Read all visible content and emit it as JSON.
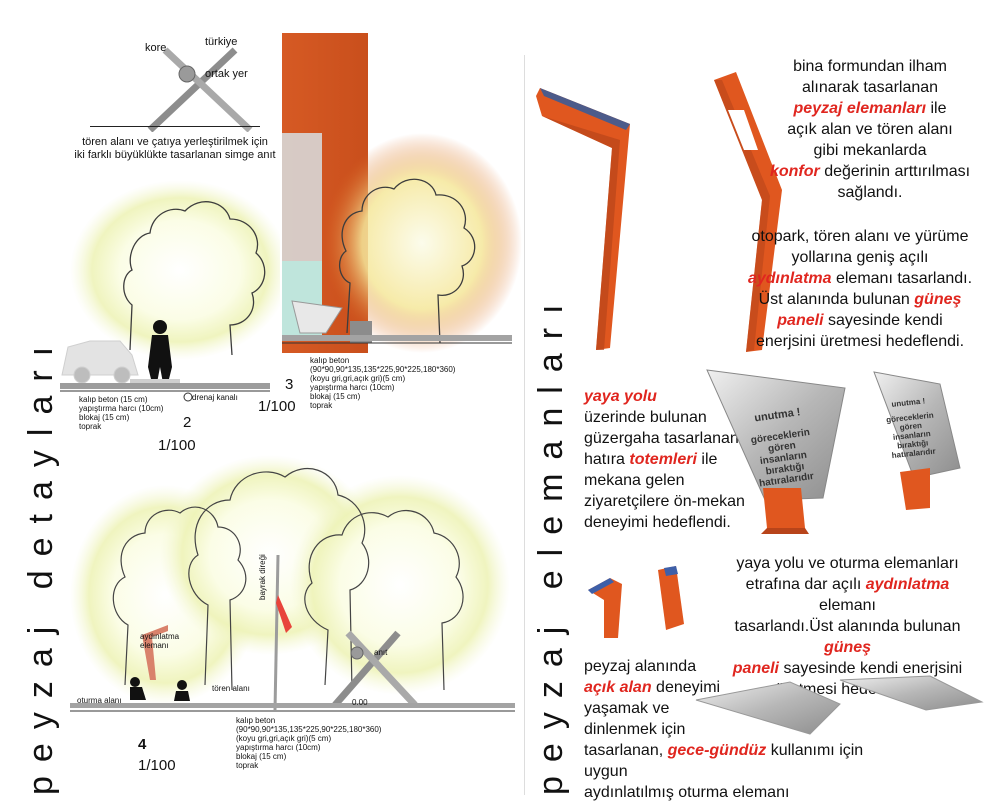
{
  "left": {
    "vertical_title": "peyzaj detayları",
    "monument": {
      "labels": [
        "kore",
        "türkiye",
        "ortak yer"
      ],
      "caption_lines": [
        "tören alanı ve çatıya yerleştirilmek için",
        "iki farklı büyüklükte tasarlanan simge anıt"
      ]
    },
    "section2": {
      "number": "2",
      "scale": "1/100",
      "layers": [
        "kalıp beton (15 cm)",
        "yapıştırma harcı (10cm)",
        "blokaj (15 cm)",
        "toprak"
      ],
      "drain_label": "drenaj kanalı"
    },
    "section3": {
      "number": "3",
      "scale": "1/100",
      "layers": [
        "kalıp beton (90*90,90*135,135*225,90*225,180*360)",
        "(koyu gri,gri,açık gri)(5 cm)",
        "yapıştırma harcı (10cm)",
        "blokaj (15 cm)",
        "toprak"
      ]
    },
    "section4": {
      "number": "4",
      "scale": "1/100",
      "labels": {
        "lighting": "aydınlatma elemanı",
        "seating": "oturma alanı",
        "ceremony": "tören alanı",
        "flagpole": "bayrak direği",
        "monument": "anıt",
        "level": "0.00"
      },
      "layers": [
        "kalıp beton (90*90,90*135,135*225,90*225,180*360)",
        "(koyu gri,gri,açık gri)(5 cm)",
        "yapıştırma harcı (10cm)",
        "blokaj (15 cm)",
        "toprak"
      ]
    }
  },
  "right": {
    "vertical_title": "peyzaj elemanları",
    "block1": {
      "l1": "bina formundan ilham",
      "l2": "alınarak tasarlanan",
      "l3a": "peyzaj elemanları",
      "l3b": " ile",
      "l4": "açık alan ve tören alanı",
      "l5": "gibi mekanlarda",
      "l6a": "konfor",
      "l6b": " değerinin arttırılması",
      "l7": "sağlandı."
    },
    "block2": {
      "l1": "otopark, tören alanı ve yürüme",
      "l2": "yollarına geniş açılı",
      "l3a": "aydınlatma",
      "l3b": " elemanı tasarlandı.",
      "l4a": "Üst alanında bulunan ",
      "l4b": "güneş",
      "l5a": "paneli",
      "l5b": " sayesinde kendi",
      "l6": "enerjsini üretmesi hedeflendi."
    },
    "block3": {
      "l1": "yaya yolu",
      "l2": "üzerinde bulunan",
      "l3": "güzergaha tasarlanan",
      "l4a": "hatıra ",
      "l4b": "totemleri",
      "l4c": " ile",
      "l5": "mekana gelen",
      "l6": "ziyaretçilere ön-mekan",
      "l7": "deneyimi hedeflendi."
    },
    "totem": {
      "title": "unutma !",
      "lines": [
        "göreceklerin",
        "gören",
        "insanların",
        "bıraktığı",
        "hatıralarıdır"
      ]
    },
    "block4": {
      "l1": "yaya yolu ve oturma elemanları",
      "l2a": "etrafına dar açılı ",
      "l2b": "aydınlatma",
      "l2c": " elemanı",
      "l3a": "tasarlandı.Üst alanında bulunan ",
      "l3b": "güneş",
      "l4a": "paneli",
      "l4b": " sayesinde kendi enerjsini",
      "l5": "üretmesi hedeflendi."
    },
    "block5": {
      "l1": "peyzaj alanında",
      "l2a": "açık alan",
      "l2b": " deneyimi",
      "l3": "yaşamak ve",
      "l4": "dinlenmek için",
      "l5a": "tasarlanan, ",
      "l5b": "gece-gündüz",
      "l5c": " kullanımı için uygun",
      "l6": "aydınlatılmış oturma elemanı"
    }
  },
  "colors": {
    "accent_red": "#e0261f",
    "orange": "#e0571f",
    "glow": "#f3f6c8"
  }
}
